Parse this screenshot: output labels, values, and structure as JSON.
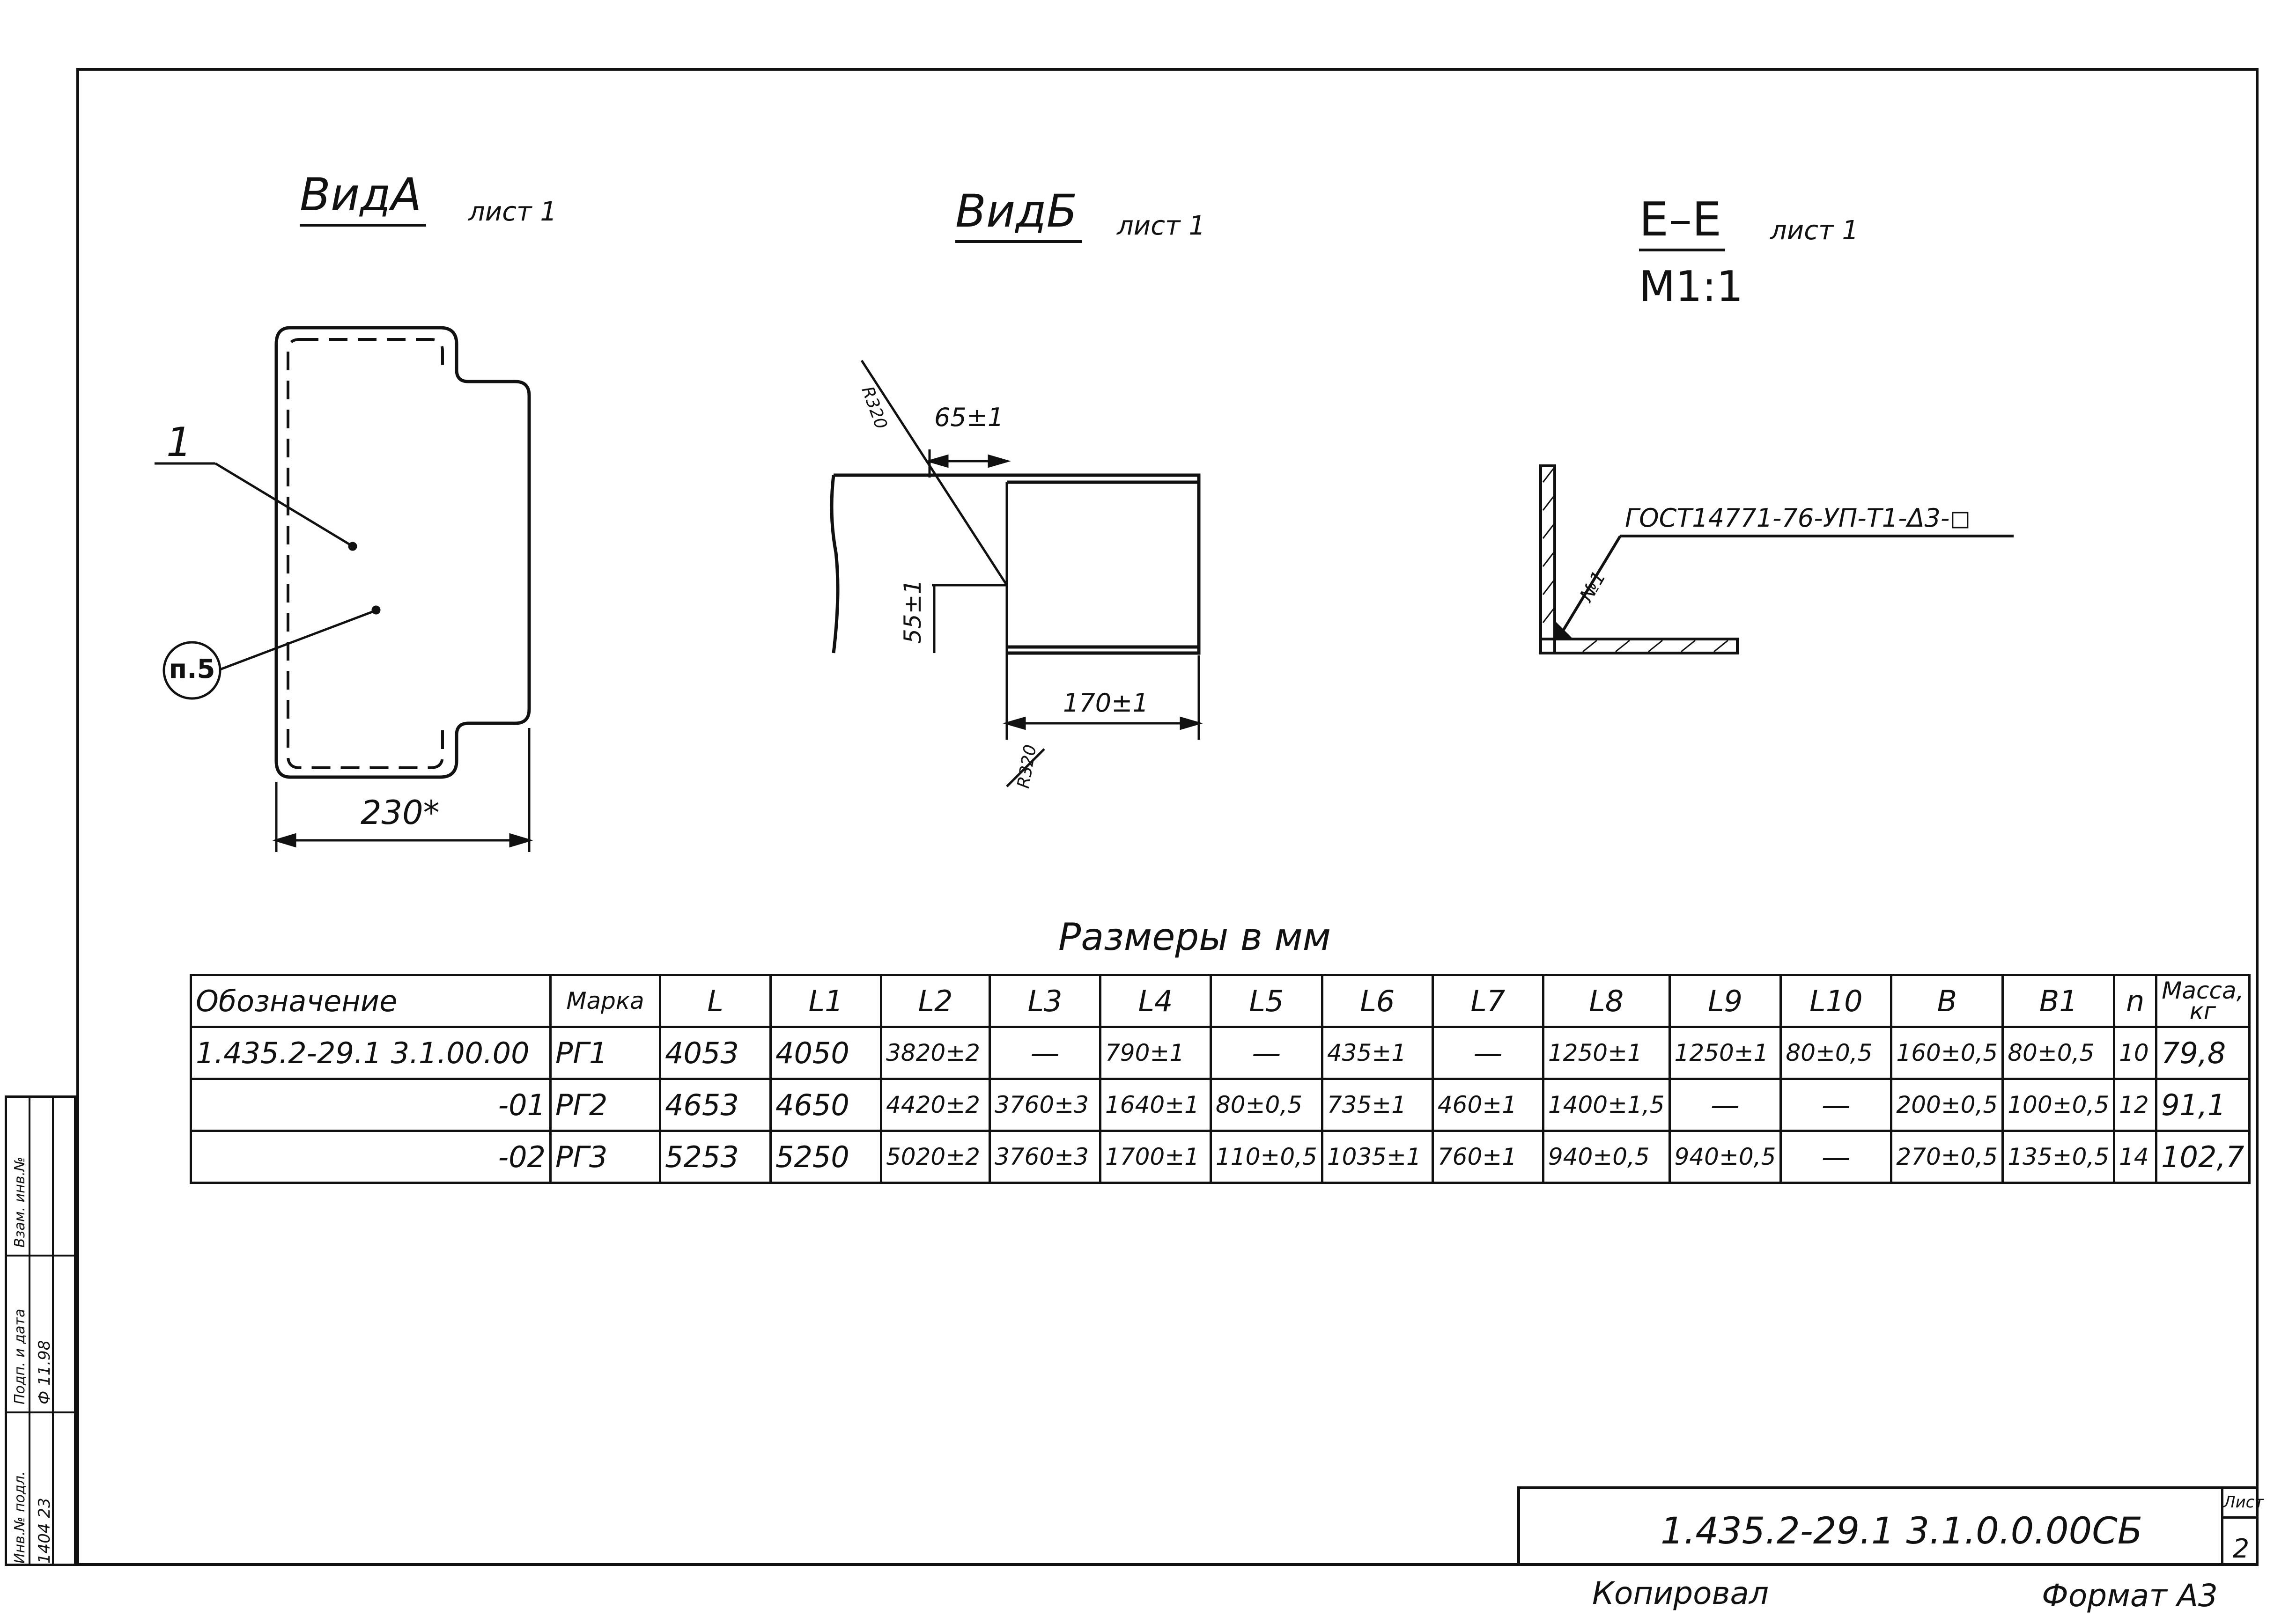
{
  "views": {
    "view_a": {
      "title": "ВидА",
      "sheet": "лист 1",
      "leader_label": "1",
      "callout": "п.5",
      "width_dim": "230*"
    },
    "view_b": {
      "title": "ВидБ",
      "sheet": "лист 1",
      "dim_top": "65±1",
      "dim_side": "55±1",
      "dim_bottom": "170±1",
      "radius_top": "R320",
      "radius_bottom": "R320"
    },
    "section_ee": {
      "title": "Е–Е",
      "sheet": "лист 1",
      "scale": "М1:1",
      "weld_note": "ГОСТ14771-76-УП-Т1-Δ3-◻",
      "weld_tag": "№1"
    }
  },
  "table": {
    "caption": "Размеры в мм",
    "headers": [
      "Обозначение",
      "Марка",
      "L",
      "L1",
      "L2",
      "L3",
      "L4",
      "L5",
      "L6",
      "L7",
      "L8",
      "L9",
      "L10",
      "B",
      "B1",
      "n",
      "Масса, кг"
    ],
    "rows": [
      [
        "1.435.2-29.1 3.1.00.00",
        "РГ1",
        "4053",
        "4050",
        "3820±2",
        "—",
        "790±1",
        "—",
        "435±1",
        "—",
        "1250±1",
        "1250±1",
        "80±0,5",
        "160±0,5",
        "80±0,5",
        "10",
        "79,8"
      ],
      [
        "-01",
        "РГ2",
        "4653",
        "4650",
        "4420±2",
        "3760±3",
        "1640±1",
        "80±0,5",
        "735±1",
        "460±1",
        "1400±1,5",
        "—",
        "—",
        "200±0,5",
        "100±0,5",
        "12",
        "91,1"
      ],
      [
        "-02",
        "РГ3",
        "5253",
        "5250",
        "5020±2",
        "3760±3",
        "1700±1",
        "110±0,5",
        "1035±1",
        "760±1",
        "940±0,5",
        "940±0,5",
        "—",
        "270±0,5",
        "135±0,5",
        "14",
        "102,7"
      ]
    ]
  },
  "title_block": {
    "doc_number": "1.435.2-29.1 3.1.0.0.00СБ",
    "sheet_label": "Лист",
    "sheet_number": "2"
  },
  "footer": {
    "copied": "Копировал",
    "format": "Формат А3"
  },
  "stamp": {
    "labels": [
      "Инв.№ подл.",
      "Подп. и дата",
      "Взам. инв.№"
    ],
    "values": [
      "1404 23",
      "Ф 11.98"
    ]
  }
}
